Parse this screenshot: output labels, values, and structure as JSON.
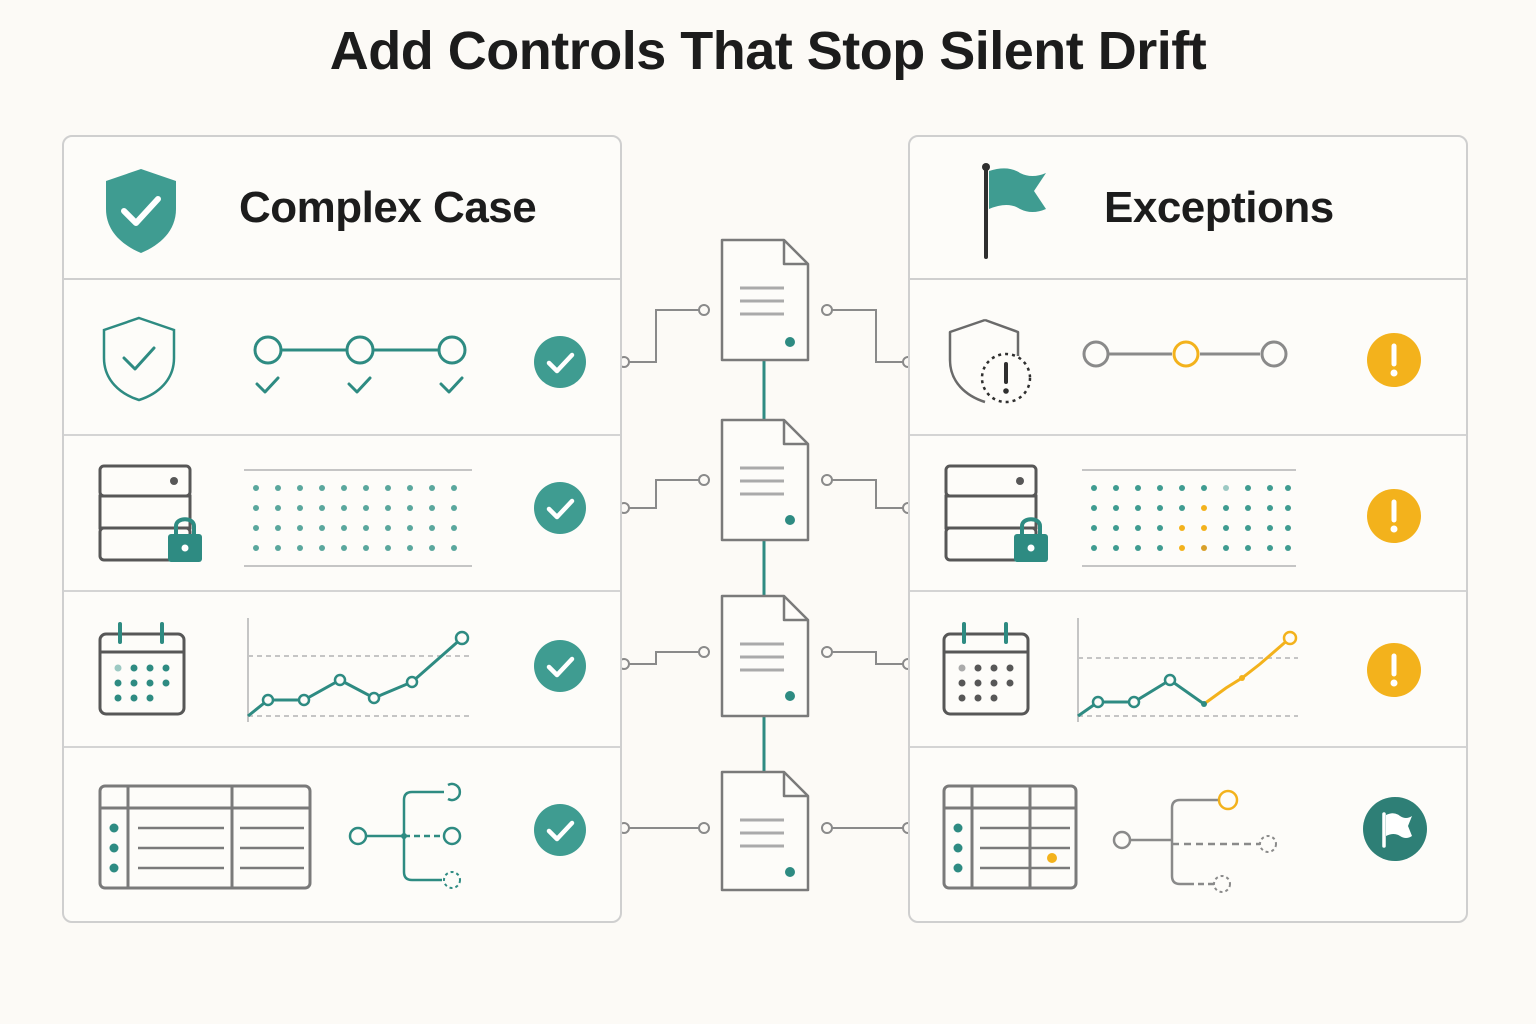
{
  "title": "Add Controls That Stop Silent Drift",
  "left_panel": {
    "title": "Complex Case",
    "header_icon": "shield-check-icon",
    "rows": [
      {
        "icon": "shield-check-icon",
        "visual": "step-chain-all-checked",
        "status": "check-circle-icon"
      },
      {
        "icon": "database-lock-icon",
        "visual": "dot-grid-uniform",
        "status": "check-circle-icon"
      },
      {
        "icon": "calendar-icon",
        "visual": "rising-line-trend",
        "status": "check-circle-icon"
      },
      {
        "icon": "table-icon",
        "visual": "branch-tree",
        "status": "check-circle-icon"
      }
    ]
  },
  "right_panel": {
    "title": "Exceptions",
    "header_icon": "flag-icon",
    "rows": [
      {
        "icon": "shield-alert-icon",
        "visual": "step-chain-one-flagged",
        "status": "warning-circle-icon"
      },
      {
        "icon": "database-lock-icon",
        "visual": "dot-grid-with-anomalies",
        "status": "warning-circle-icon"
      },
      {
        "icon": "calendar-icon",
        "visual": "line-trend-drifting",
        "status": "warning-circle-icon"
      },
      {
        "icon": "table-flagged-icon",
        "visual": "branch-tree-broken",
        "status": "flag-circle-icon"
      }
    ]
  },
  "center": {
    "documents": 4,
    "icon": "document-icon"
  },
  "colors": {
    "teal": "#2e8b82",
    "teal_light": "#4ea69c",
    "amber": "#f3b21c",
    "gray": "#7a7a7a",
    "dark_gray": "#575757",
    "border": "#cfcfcf",
    "background": "#fcfaf6"
  }
}
